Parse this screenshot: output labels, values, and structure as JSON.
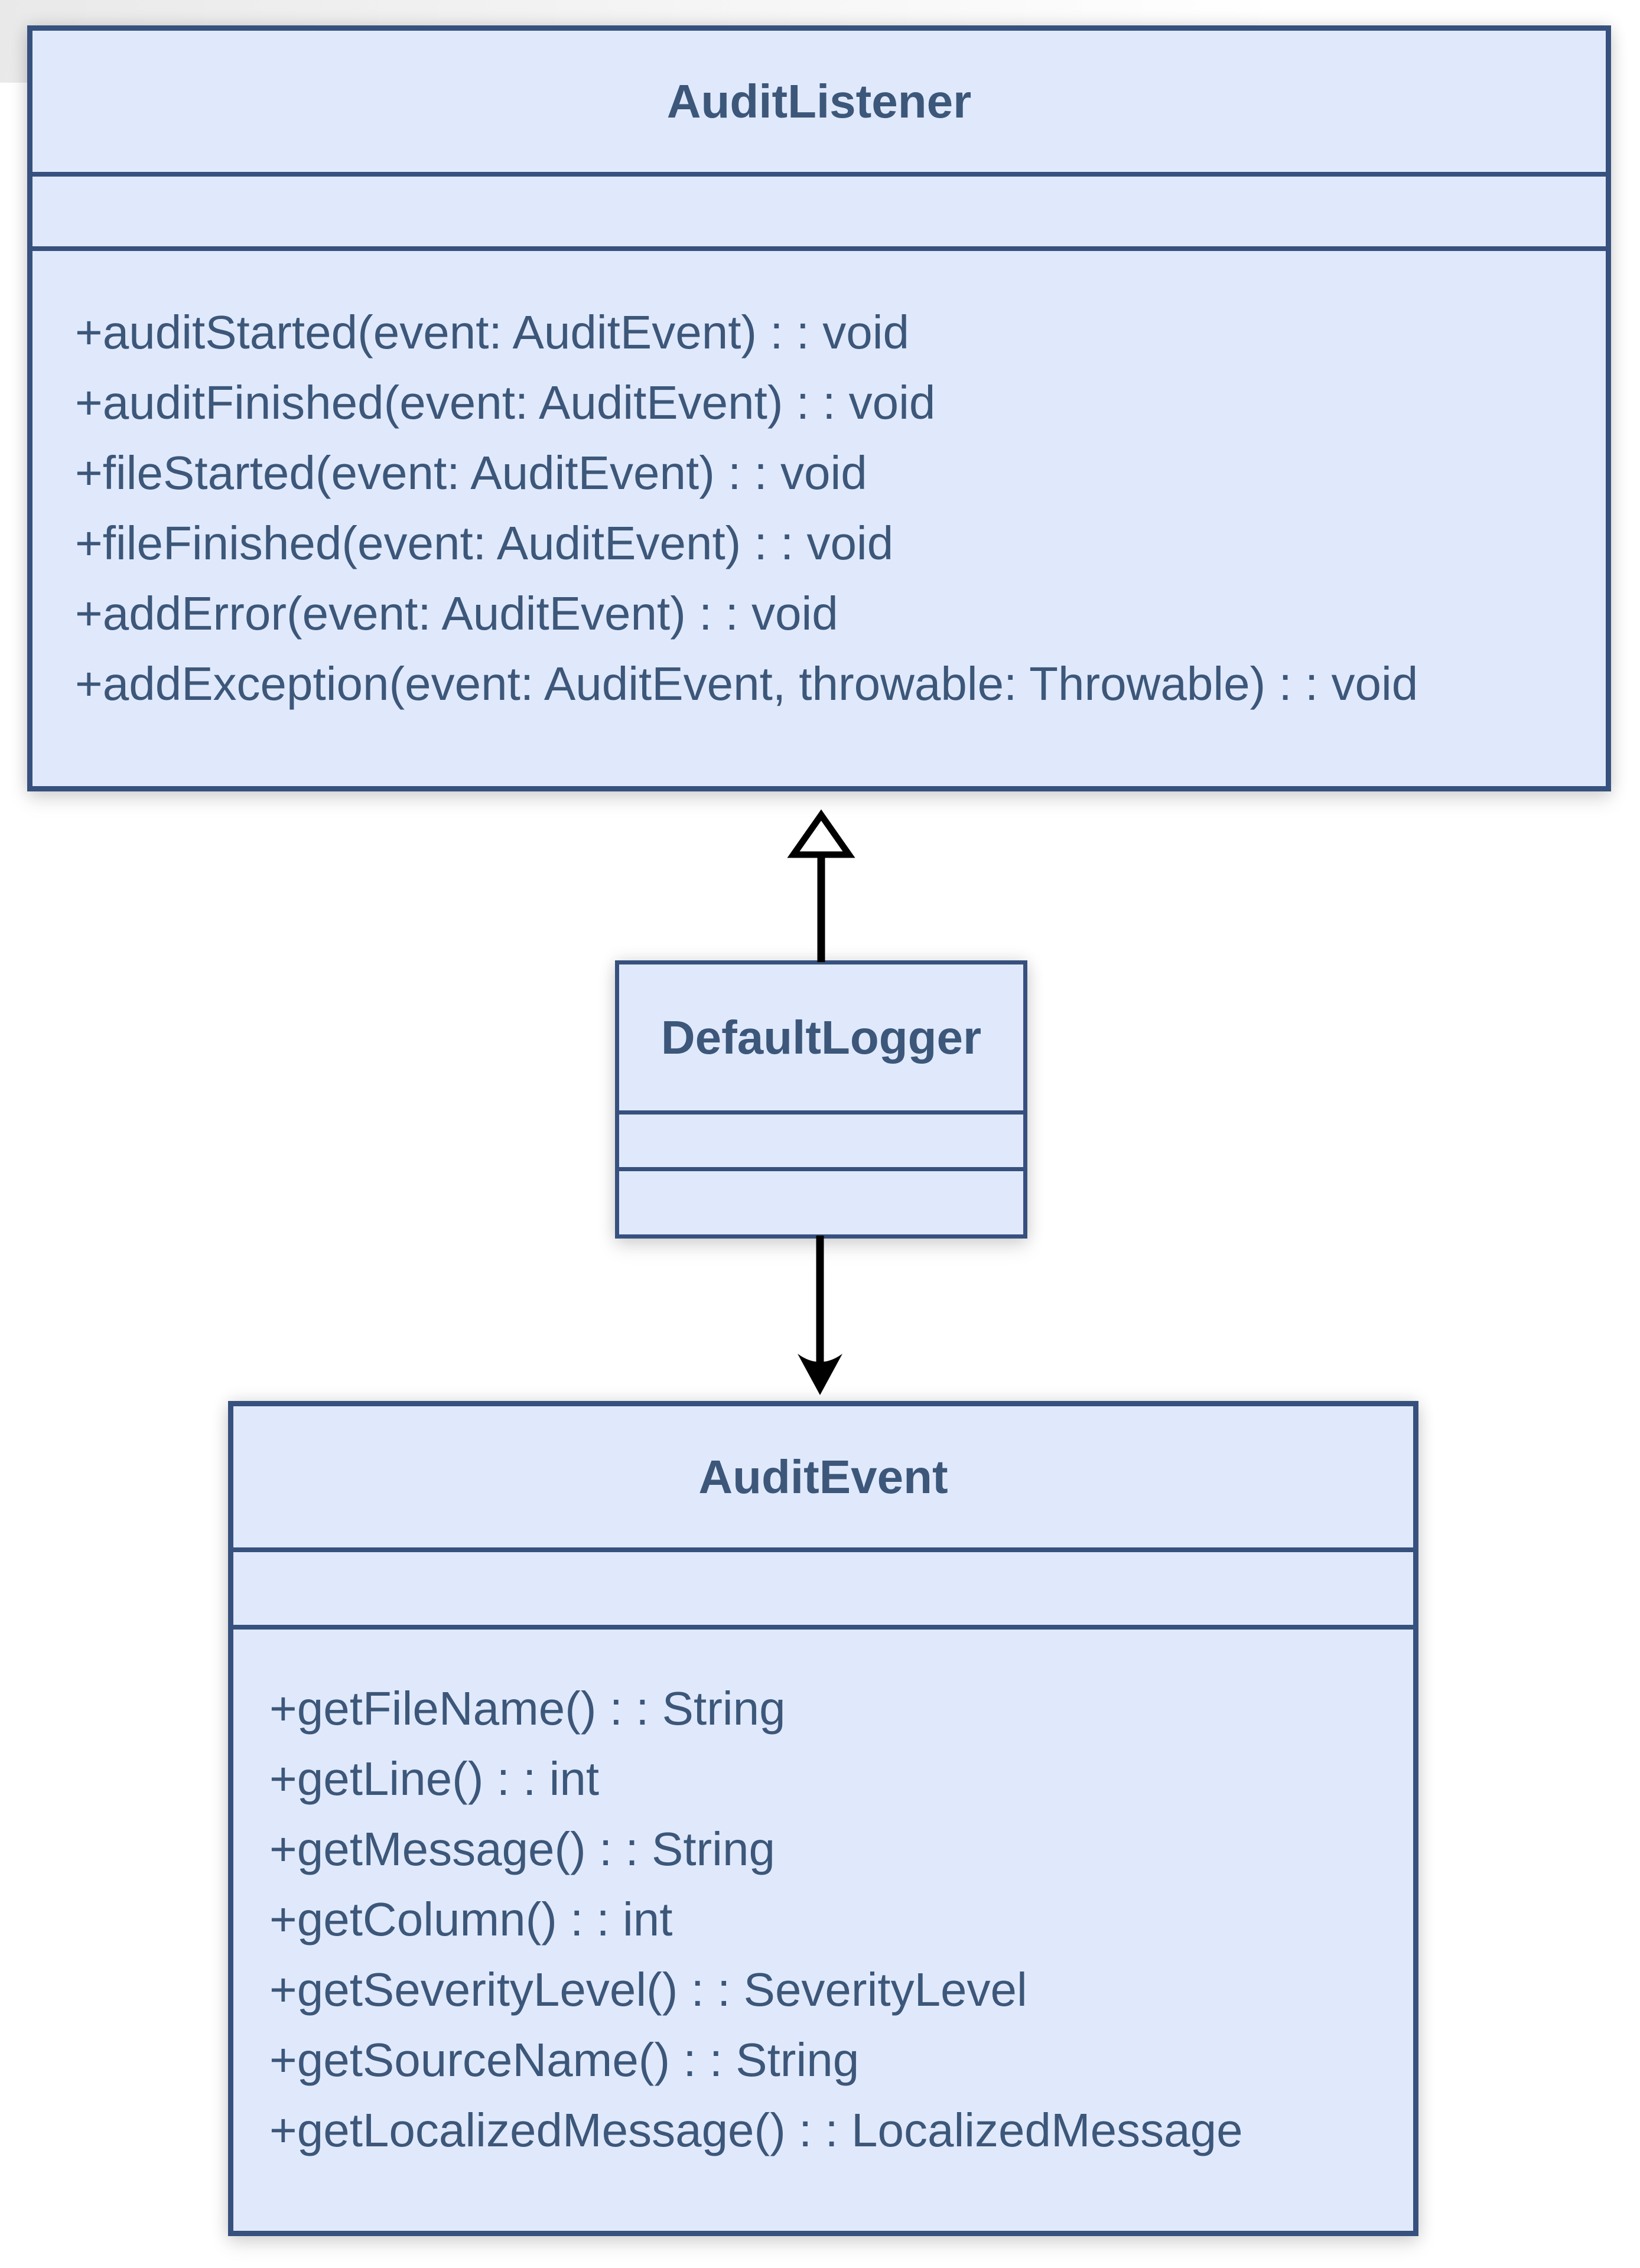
{
  "diagram": {
    "title": "Checkstyle audit listener UML class diagram",
    "colors": {
      "box_fill": "#e0e9fc",
      "box_border": "#37517e",
      "text": "#3c5779",
      "arrow": "#000000",
      "background": "#ffffff"
    },
    "classes": [
      {
        "name": "AuditListener",
        "attributes": [],
        "methods": [
          "+auditStarted(event: AuditEvent) : : void",
          "+auditFinished(event: AuditEvent) : : void",
          "+fileStarted(event: AuditEvent) : : void",
          "+fileFinished(event: AuditEvent) : : void",
          "+addError(event: AuditEvent) : : void",
          "+addException(event: AuditEvent, throwable: Throwable) : : void"
        ]
      },
      {
        "name": "DefaultLogger",
        "attributes": [],
        "methods": []
      },
      {
        "name": "AuditEvent",
        "attributes": [],
        "methods": [
          "+getFileName() : : String",
          "+getLine() : : int",
          "+getMessage() : : String",
          "+getColumn() : : int",
          "+getSeverityLevel() : : SeverityLevel",
          "+getSourceName() : : String",
          "+getLocalizedMessage() : : LocalizedMessage"
        ]
      }
    ],
    "relations": [
      {
        "from": "DefaultLogger",
        "to": "AuditListener",
        "type": "realization",
        "arrowhead": "hollow-triangle"
      },
      {
        "from": "DefaultLogger",
        "to": "AuditEvent",
        "type": "directed-association",
        "arrowhead": "open-v"
      }
    ]
  }
}
